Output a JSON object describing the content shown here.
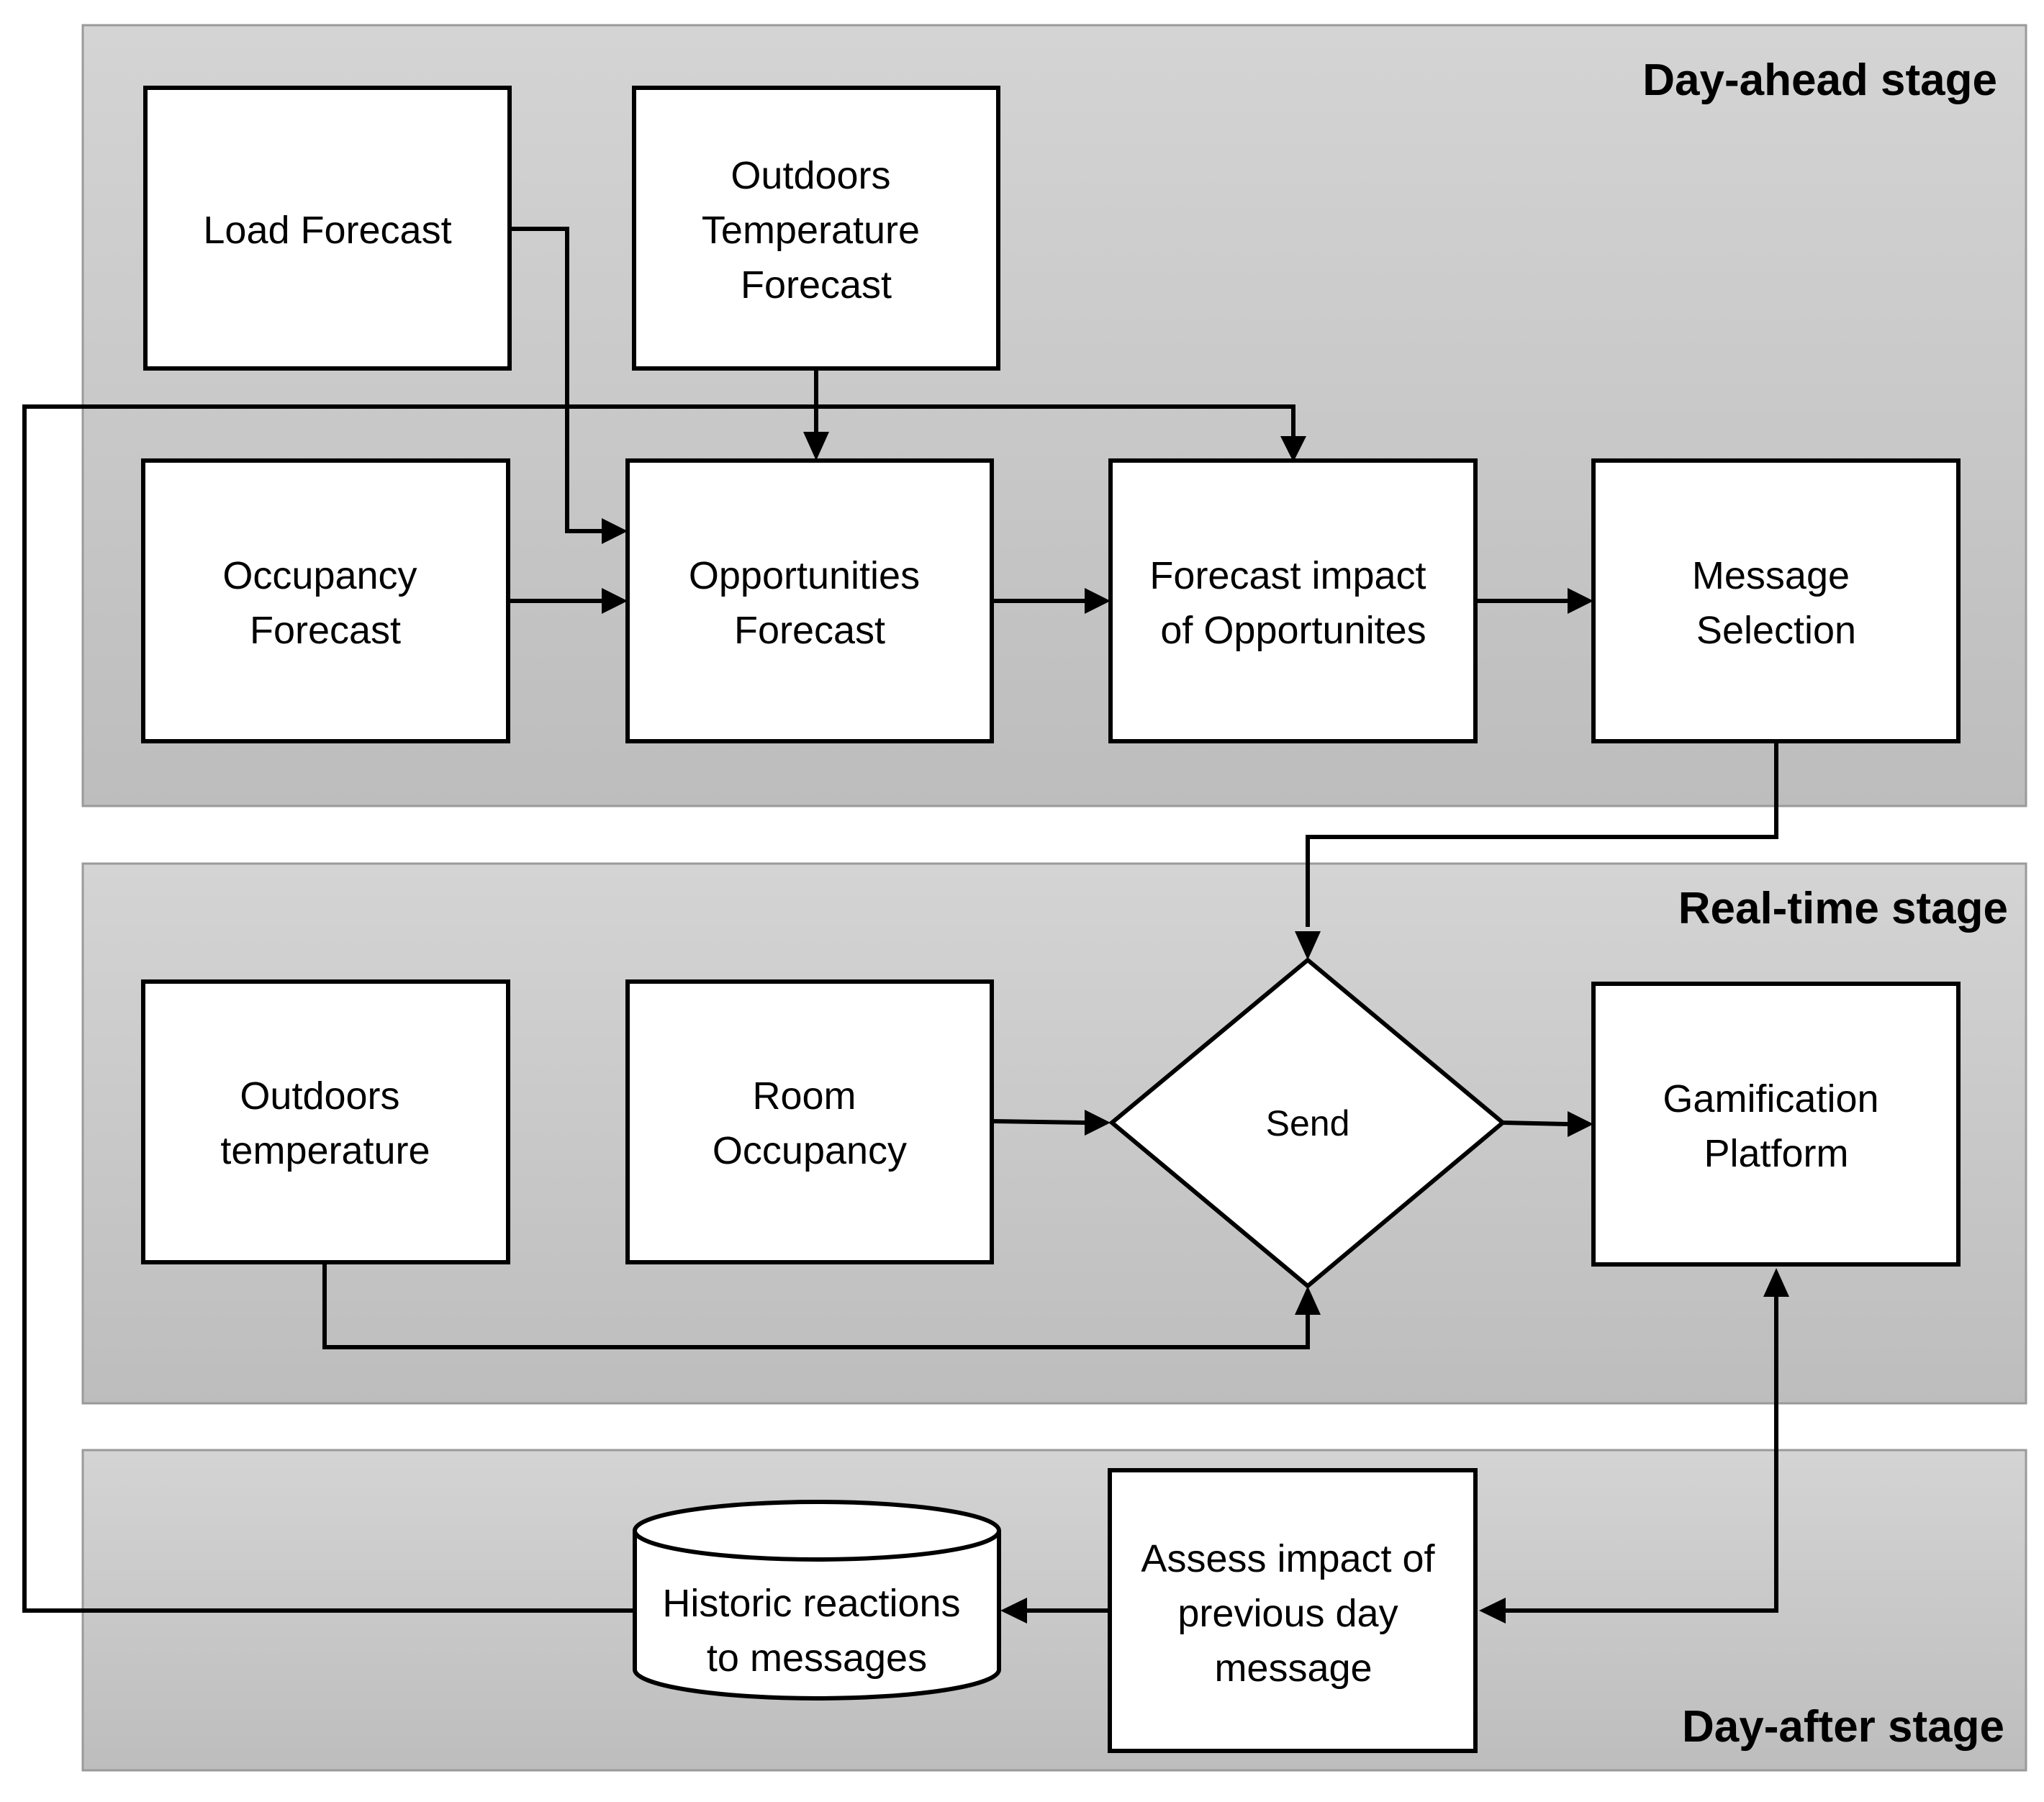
{
  "stages": {
    "day_ahead": "Day-ahead stage",
    "real_time": "Real-time stage",
    "day_after": "Day-after stage"
  },
  "nodes": {
    "load_forecast": [
      "Load Forecast"
    ],
    "outdoors_temperature_forecast": [
      "Outdoors",
      "Temperature",
      "Forecast"
    ],
    "occupancy_forecast": [
      "Occupancy",
      "Forecast"
    ],
    "opportunities_forecast": [
      "Opportunities",
      "Forecast"
    ],
    "forecast_impact": [
      "Forecast impact",
      "of Opportunites"
    ],
    "message_selection": [
      "Message",
      "Selection"
    ],
    "outdoors_temperature": [
      "Outdoors",
      "temperature"
    ],
    "room_occupancy": [
      "Room",
      "Occupancy"
    ],
    "send": [
      "Send"
    ],
    "gamification_platform": [
      "Gamification",
      "Platform"
    ],
    "historic_reactions": [
      "Historic reactions",
      "to messages"
    ],
    "assess_impact": [
      "Assess impact of",
      "previous day",
      "message"
    ]
  },
  "colors": {
    "band_top": "#d4d4d4",
    "band_bottom": "#bdbdbd",
    "line": "#000000",
    "box_fill": "#ffffff"
  }
}
